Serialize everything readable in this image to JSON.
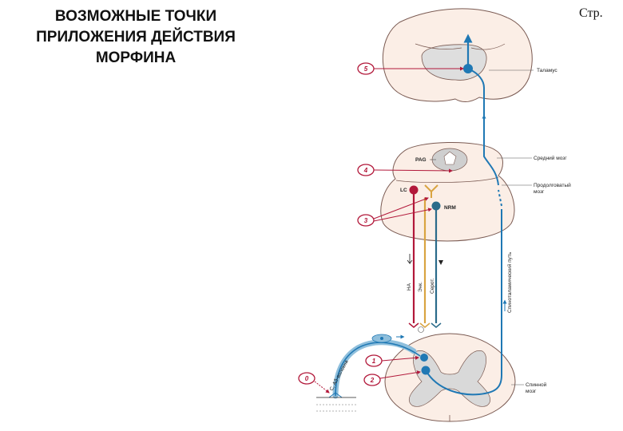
{
  "title": {
    "line1": "ВОЗМОЖНЫЕ  ТОЧКИ",
    "line2": "ПРИЛОЖЕНИЯ ДЕЙСТВИЯ",
    "line3": "МОРФИНА"
  },
  "page_label": "Стр.",
  "diagram": {
    "labels": {
      "thalamus": "Таламус",
      "midbrain": "Средний мозг",
      "medulla_1": "Продолговатый",
      "medulla_2": "мозг",
      "spinal_1": "Спинной",
      "spinal_2": "мозг",
      "pag": "PAG",
      "lc": "LC",
      "nrm": "NRM",
      "na": "НА",
      "enk": "Энк.",
      "serot": "Серот.",
      "tract": "Спиноталамический путь",
      "fibers": "C, Aδ-волокна"
    },
    "sites": [
      "0",
      "1",
      "2",
      "3",
      "4",
      "5"
    ],
    "colors": {
      "outline": "#7a5a52",
      "tissue": "#fbeee6",
      "grey_matter": "#d9d9d9",
      "ascending": "#1f78b4",
      "descending_na": "#b2183a",
      "descending_enk": "#d9a441",
      "descending_serot": "#2a6b8a",
      "callout": "#b2183a"
    }
  }
}
